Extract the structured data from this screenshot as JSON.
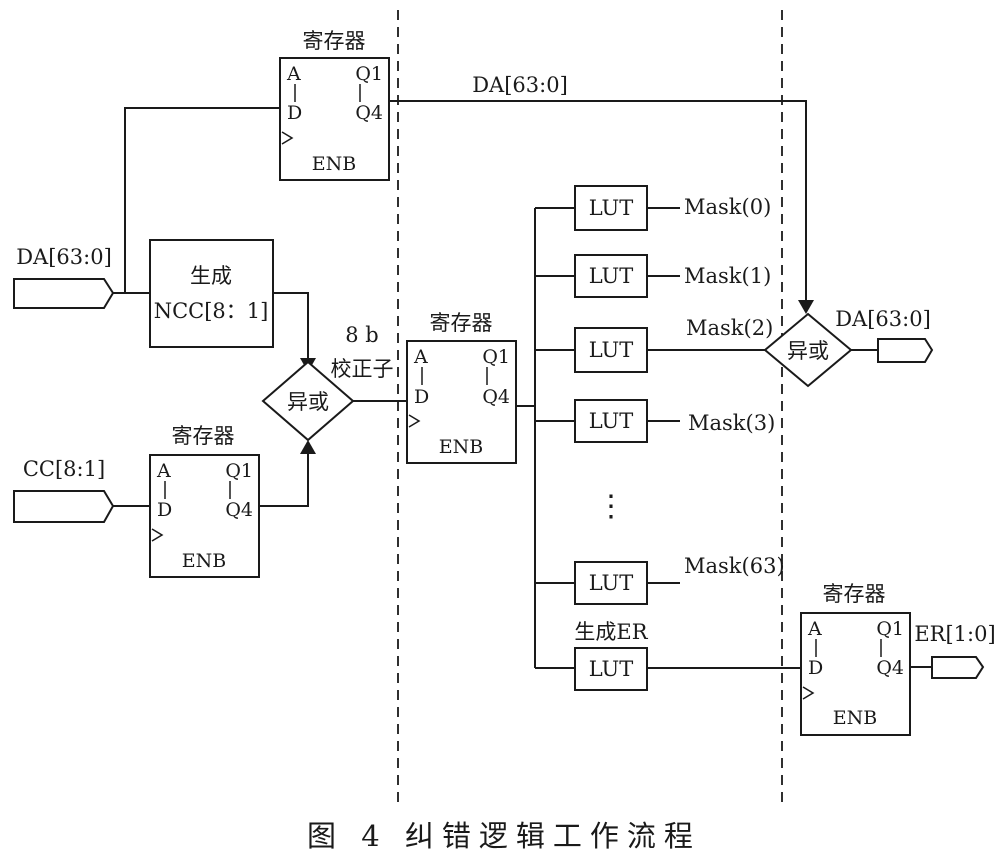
{
  "register": {
    "title": "寄存器",
    "pin_a": "A",
    "pin_d": "D",
    "pin_q1": "Q1",
    "pin_q4": "Q4",
    "enable": "ENB"
  },
  "inputs": {
    "da": "DA[63:0]",
    "cc": "CC[8:1]"
  },
  "ncc_block": {
    "line1": "生成",
    "line2": "NCC[8：1]"
  },
  "xor_label": "异或",
  "syndrome_label": {
    "line1": "8 b",
    "line2": "校正子"
  },
  "bus_label": "DA[63:0]",
  "lut_label": "LUT",
  "masks": [
    "Mask(0)",
    "Mask(1)",
    "Mask(2)",
    "Mask(3)",
    "Mask(63)"
  ],
  "ellipsis": "⋮",
  "er_block_label": "生成ER",
  "outputs": {
    "da": "DA[63:0]",
    "er": "ER[1:0]"
  },
  "caption": "图 4   纠错逻辑工作流程"
}
